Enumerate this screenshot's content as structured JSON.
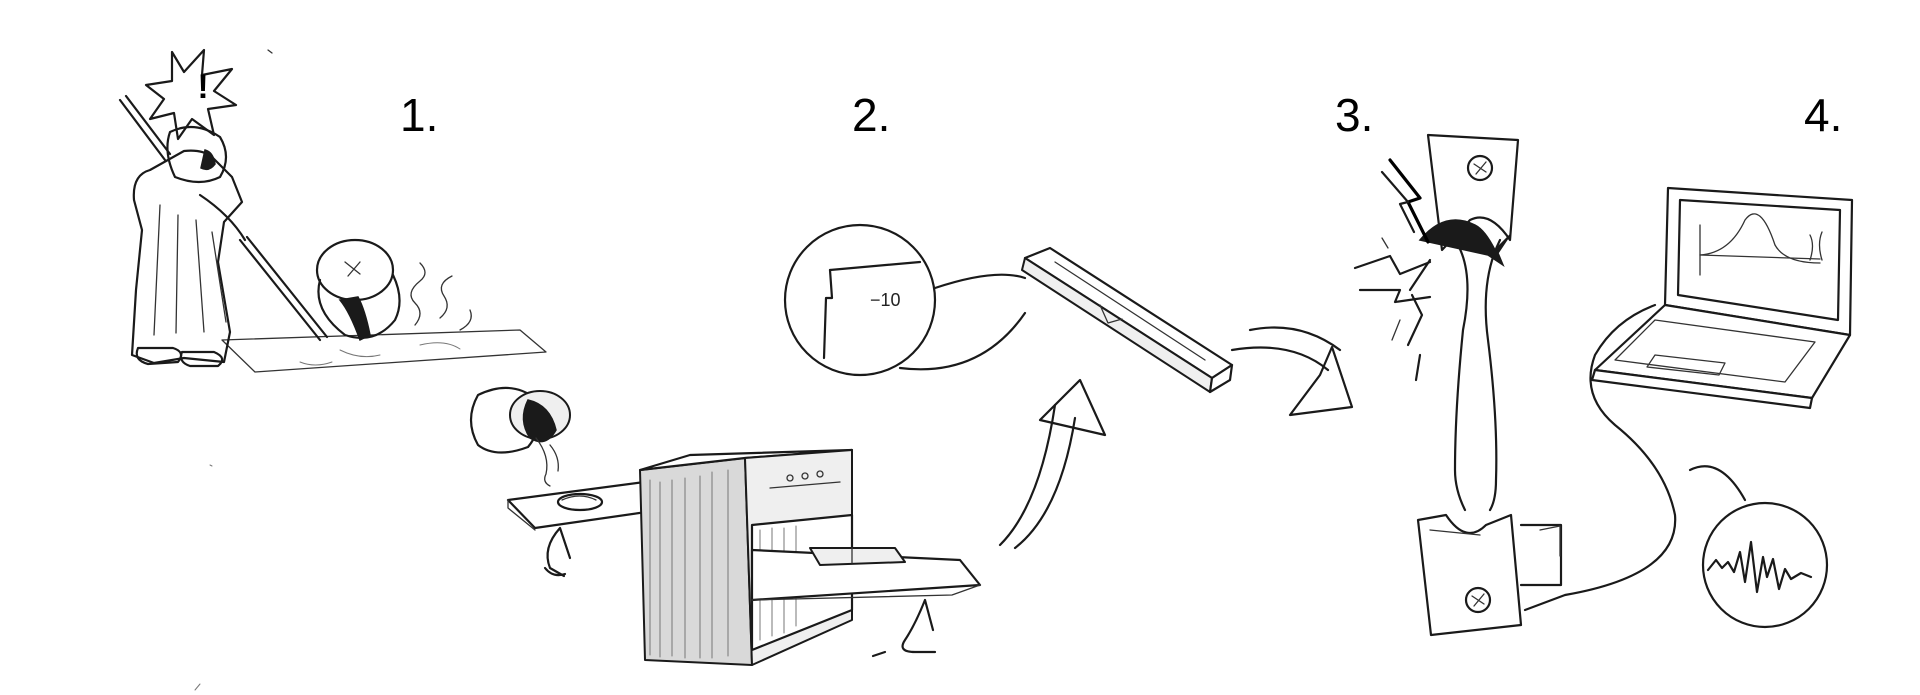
{
  "steps": [
    {
      "label": "1."
    },
    {
      "label": "2."
    },
    {
      "label": "3."
    },
    {
      "label": "4."
    }
  ],
  "icons": {
    "scale_marking": "−10",
    "warning": "!"
  }
}
